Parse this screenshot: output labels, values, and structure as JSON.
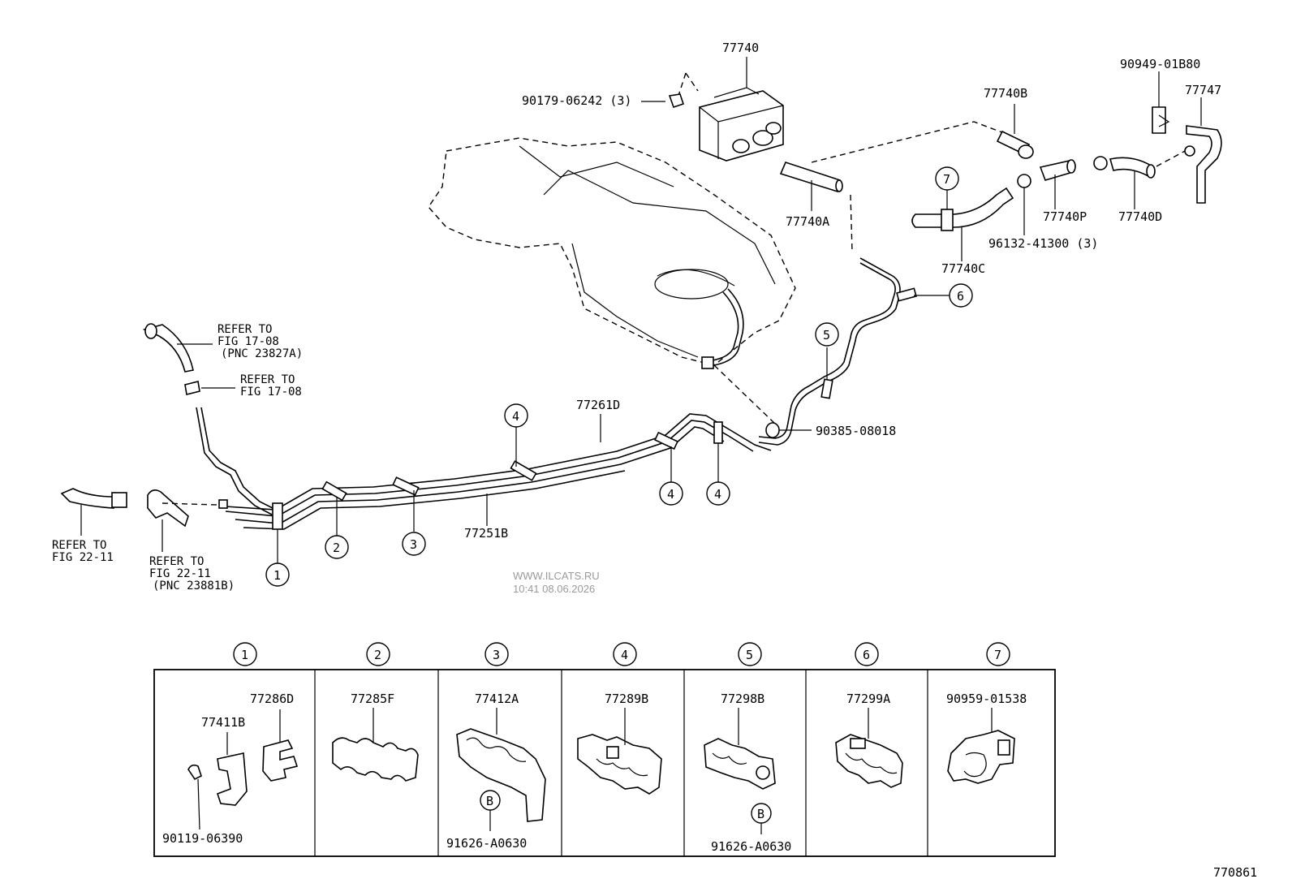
{
  "labels": {
    "p77740": "77740",
    "p90179": "90179-06242 (3)",
    "p77740a": "77740A",
    "p77740b": "77740B",
    "p77740c": "77740C",
    "p77740p": "77740P",
    "p77740d": "77740D",
    "p96132": "96132-41300 (3)",
    "p90949": "90949-01B80",
    "p77747": "77747",
    "p77261d": "77261D",
    "p77251b": "77251B",
    "p90385": "90385-08018",
    "ref1_line1": "REFER TO",
    "ref1_line2": "FIG 17-08",
    "ref1_line3": "(PNC 23827A)",
    "ref2_line1": "REFER TO",
    "ref2_line2": "FIG 17-08",
    "ref3_line1": "REFER TO",
    "ref3_line2": "FIG 22-11",
    "ref4_line1": "REFER TO",
    "ref4_line2": "FIG 22-11",
    "ref4_line3": "(PNC 23881B)"
  },
  "callouts": {
    "c1": "1",
    "c2": "2",
    "c3": "3",
    "c4a": "4",
    "c4b": "4",
    "c4c": "4",
    "c5": "5",
    "c6": "6",
    "c7": "7"
  },
  "detail_panels": [
    {
      "num": "1",
      "parts": [
        "77286D",
        "77411B",
        "90119-06390"
      ]
    },
    {
      "num": "2",
      "parts": [
        "77285F"
      ]
    },
    {
      "num": "3",
      "parts": [
        "77412A",
        "B",
        "91626-A0630"
      ]
    },
    {
      "num": "4",
      "parts": [
        "77289B"
      ]
    },
    {
      "num": "5",
      "parts": [
        "77298B",
        "B",
        "91626-A0630"
      ]
    },
    {
      "num": "6",
      "parts": [
        "77299A"
      ]
    },
    {
      "num": "7",
      "parts": [
        "90959-01538"
      ]
    }
  ],
  "watermark": {
    "line1": "WWW.ILCATS.RU",
    "line2": "10:41 08.06.2026"
  },
  "figure_number": "770861"
}
